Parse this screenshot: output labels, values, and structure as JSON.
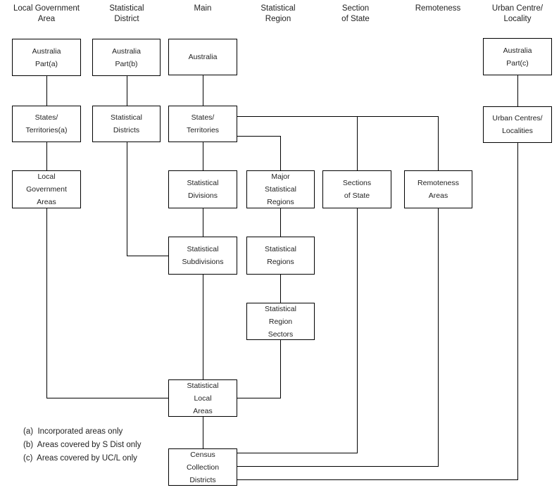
{
  "columns": [
    {
      "id": "local-government-area",
      "label": "Local Government\nArea"
    },
    {
      "id": "statistical-district",
      "label": "Statistical\nDistrict"
    },
    {
      "id": "main",
      "label": "Main"
    },
    {
      "id": "statistical-region",
      "label": "Statistical\nRegion"
    },
    {
      "id": "section-of-state",
      "label": "Section\nof State"
    },
    {
      "id": "remoteness",
      "label": "Remoteness"
    },
    {
      "id": "urban-centre-locality",
      "label": "Urban Centre/\nLocality"
    }
  ],
  "boxes": {
    "australia_part_a": "Australia\nPart(a)",
    "australia_part_b": "Australia\nPart(b)",
    "australia": "Australia",
    "australia_part_c": "Australia\nPart(c)",
    "states_territories_a": "States/\nTerritories(a)",
    "statistical_districts": "Statistical\nDistricts",
    "states_territories": "States/\nTerritories",
    "urban_centres_localities": "Urban Centres/\nLocalities",
    "local_government_areas": "Local\nGovernment\nAreas",
    "statistical_divisions": "Statistical\nDivisions",
    "major_statistical_regions": "Major\nStatistical\nRegions",
    "sections_of_state": "Sections\nof State",
    "remoteness_areas": "Remoteness\nAreas",
    "statistical_subdivisions": "Statistical\nSubdivisions",
    "statistical_regions": "Statistical\nRegions",
    "statistical_region_sectors": "Statistical\nRegion\nSectors",
    "statistical_local_areas": "Statistical\nLocal\nAreas",
    "census_collection_districts": "Census\nCollection\nDistricts"
  },
  "footnotes": [
    "(a)  Incorporated areas only",
    "(b)  Areas covered by S Dist only",
    "(c)  Areas covered by UC/L only"
  ],
  "colors": {
    "line": "#000000",
    "text": "#1f1f1f",
    "background": "#ffffff"
  }
}
